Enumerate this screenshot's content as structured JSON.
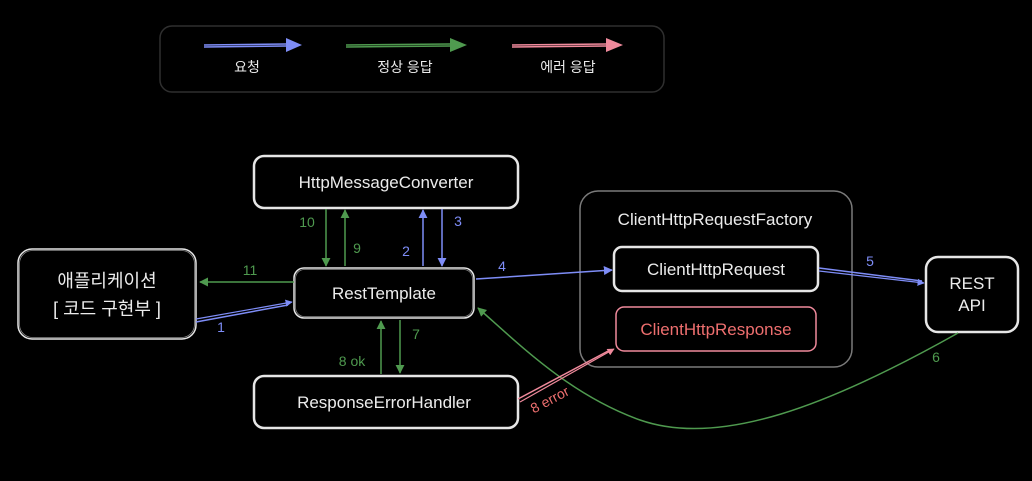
{
  "legend": {
    "request": "요청",
    "normal_response": "정상 응답",
    "error_response": "에러 응답"
  },
  "nodes": {
    "application_line1": "애플리케이션",
    "application_line2": "[ 코드 구현부 ]",
    "rest_template": "RestTemplate",
    "http_message_converter": "HttpMessageConverter",
    "response_error_handler": "ResponseErrorHandler",
    "client_http_request_factory": "ClientHttpRequestFactory",
    "client_http_request": "ClientHttpRequest",
    "client_http_response": "ClientHttpResponse",
    "rest_api_line1": "REST",
    "rest_api_line2": "API"
  },
  "steps": {
    "s1": "1",
    "s2": "2",
    "s3": "3",
    "s4": "4",
    "s5": "5",
    "s6": "6",
    "s7": "7",
    "s8_ok": "8 ok",
    "s8_error": "8 error",
    "s9": "9",
    "s10": "10",
    "s11": "11"
  },
  "colors": {
    "background": "#000000",
    "box_stroke": "#e6e6e6",
    "group_stroke": "#7a7a7a",
    "request": "#7e8df7",
    "normal": "#4f9a4f",
    "error": "#f08a9c",
    "error_text": "#ee6f6f",
    "text": "#ececec"
  }
}
